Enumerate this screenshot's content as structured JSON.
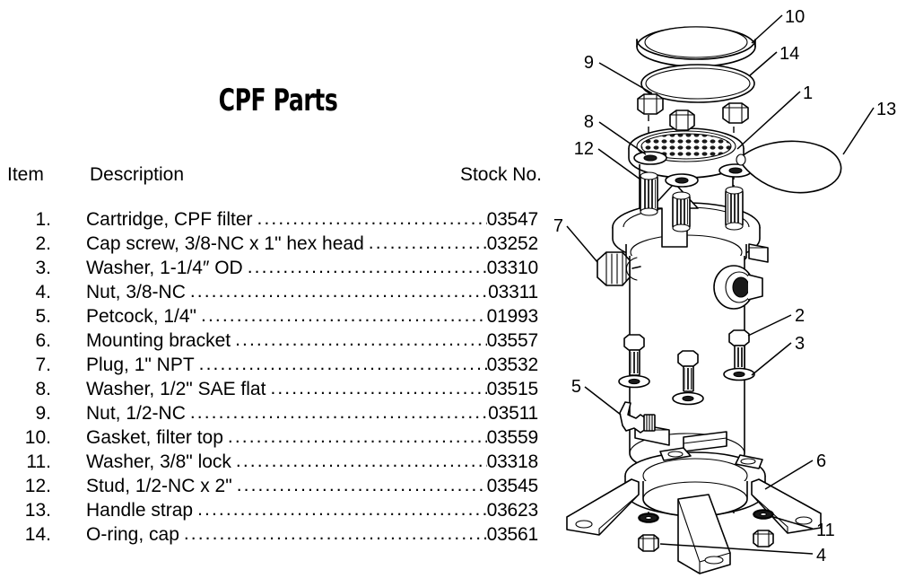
{
  "document": {
    "title": "CPF Parts"
  },
  "table": {
    "headers": {
      "item": "Item",
      "description": "Description",
      "stock": "Stock No."
    },
    "leader": "..................................................................................",
    "rows": [
      {
        "num": "1.",
        "desc": "Cartridge, CPF filter",
        "stock": "03547"
      },
      {
        "num": "2.",
        "desc": "Cap screw, 3/8-NC x 1\" hex head",
        "stock": "03252"
      },
      {
        "num": "3.",
        "desc": "Washer, 1-1/4″ OD",
        "stock": "03310"
      },
      {
        "num": "4.",
        "desc": "Nut, 3/8-NC",
        "stock": "03311"
      },
      {
        "num": "5.",
        "desc": "Petcock, 1/4\"",
        "stock": "01993"
      },
      {
        "num": "6.",
        "desc": "Mounting bracket",
        "stock": "03557"
      },
      {
        "num": "7.",
        "desc": "Plug, 1\" NPT",
        "stock": "03532"
      },
      {
        "num": "8.",
        "desc": "Washer, 1/2\" SAE flat",
        "stock": "03515"
      },
      {
        "num": "9.",
        "desc": "Nut, 1/2-NC",
        "stock": "03511"
      },
      {
        "num": "10.",
        "desc": "Gasket, filter top",
        "stock": "03559"
      },
      {
        "num": "11.",
        "desc": "Washer, 3/8\" lock",
        "stock": "03318"
      },
      {
        "num": "12.",
        "desc": "Stud, 1/2-NC x 2\"",
        "stock": "03545"
      },
      {
        "num": "13.",
        "desc": "Handle strap",
        "stock": "03623"
      },
      {
        "num": "14.",
        "desc": "O-ring, cap",
        "stock": "03561"
      }
    ]
  },
  "diagram": {
    "description": "Exploded isometric assembly drawing of a CPF filter unit",
    "line_color": "#000000",
    "fill_color": "#ffffff",
    "callouts": [
      {
        "id": "10",
        "label": "10",
        "part": "gasket-filter-top"
      },
      {
        "id": "14",
        "label": "14",
        "part": "o-ring-cap"
      },
      {
        "id": "9",
        "label": "9",
        "part": "nut-half-nc"
      },
      {
        "id": "8",
        "label": "8",
        "part": "washer-half-sae-flat"
      },
      {
        "id": "12",
        "label": "12",
        "part": "stud-half-nc-x-2"
      },
      {
        "id": "1",
        "label": "1",
        "part": "cartridge-cpf-filter"
      },
      {
        "id": "13",
        "label": "13",
        "part": "handle-strap"
      },
      {
        "id": "7",
        "label": "7",
        "part": "plug-1-npt"
      },
      {
        "id": "2",
        "label": "2",
        "part": "cap-screw-hex-head"
      },
      {
        "id": "3",
        "label": "3",
        "part": "washer-1-1-4-od"
      },
      {
        "id": "5",
        "label": "5",
        "part": "petcock-quarter"
      },
      {
        "id": "6",
        "label": "6",
        "part": "mounting-bracket"
      },
      {
        "id": "11",
        "label": "11",
        "part": "washer-3-8-lock"
      },
      {
        "id": "4",
        "label": "4",
        "part": "nut-3-8-nc"
      }
    ]
  }
}
